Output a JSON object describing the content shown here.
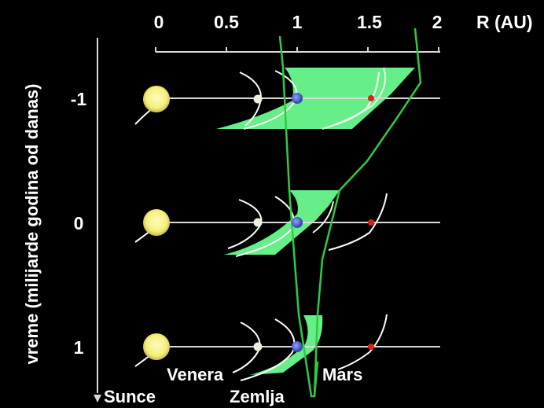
{
  "colors": {
    "background": "#000000",
    "axis": "#d9d9d9",
    "text": "#ffffff",
    "habitable_zone_fill": "#66ee88",
    "habitable_zone_edge": "#2ecc40",
    "sun": "#f4f07a",
    "earth": "#3e5bd6",
    "venus": "#f0f0e0",
    "mars": "#dd2211"
  },
  "axes": {
    "x_title": "R (AU)",
    "x_ticks": [
      "0",
      "0.5",
      "1",
      "1.5",
      "2"
    ],
    "y_title": "vreme (milijarde godina od danas)",
    "y_ticks": [
      "-1",
      "0",
      "1"
    ]
  },
  "labels": {
    "sun": "Sunce",
    "venus": "Venera",
    "earth": "Zemlja",
    "mars": "Mars"
  },
  "icons": {
    "sun": "sun-icon",
    "venus": "venus-dot",
    "earth": "earth-dot",
    "mars": "mars-dot"
  },
  "chart_data": {
    "type": "diagram",
    "x_unit": "AU",
    "xlim": [
      0,
      2
    ],
    "rows": [
      {
        "time": "-1",
        "planets": {
          "Venera": 0.72,
          "Zemlja": 1.0,
          "Mars": 1.52
        },
        "hz_inner": 0.88,
        "hz_outer": 1.85
      },
      {
        "time": "0",
        "planets": {
          "Venera": 0.72,
          "Zemlja": 1.0,
          "Mars": 1.52
        },
        "hz_inner": 0.95,
        "hz_outer": 1.3
      },
      {
        "time": "1",
        "planets": {
          "Venera": 0.72,
          "Zemlja": 1.0,
          "Mars": 1.52
        },
        "hz_inner": 1.03,
        "hz_outer": 1.15
      }
    ],
    "hz_inner_boundary": [
      [
        0.88,
        -1.5
      ],
      [
        0.95,
        0
      ],
      [
        1.03,
        1
      ],
      [
        1.1,
        1.5
      ]
    ],
    "hz_outer_boundary": [
      [
        1.8,
        -1.5
      ],
      [
        1.85,
        -1
      ],
      [
        1.5,
        -0.5
      ],
      [
        1.3,
        0
      ],
      [
        1.2,
        1
      ],
      [
        1.15,
        1.5
      ]
    ]
  }
}
